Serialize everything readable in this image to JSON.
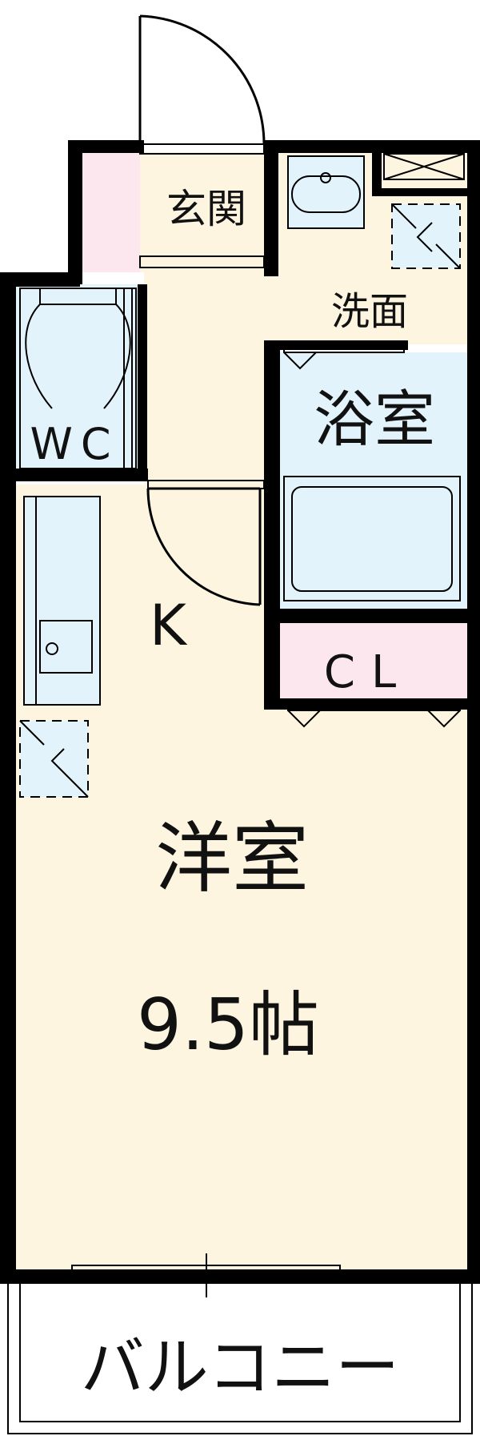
{
  "floor_plan": {
    "rooms": {
      "entrance": "玄関",
      "washroom": "洗面",
      "bathroom": "浴室",
      "toilet": "WC",
      "kitchen": "K",
      "closet": "CL",
      "western_room": "洋室",
      "western_room_size": "9.5帖",
      "balcony": "バルコニー"
    },
    "colors": {
      "floor": "#fdf5df",
      "wet_area": "#e2f3fb",
      "storage": "#fbe7ed",
      "wall": "#000000"
    }
  }
}
